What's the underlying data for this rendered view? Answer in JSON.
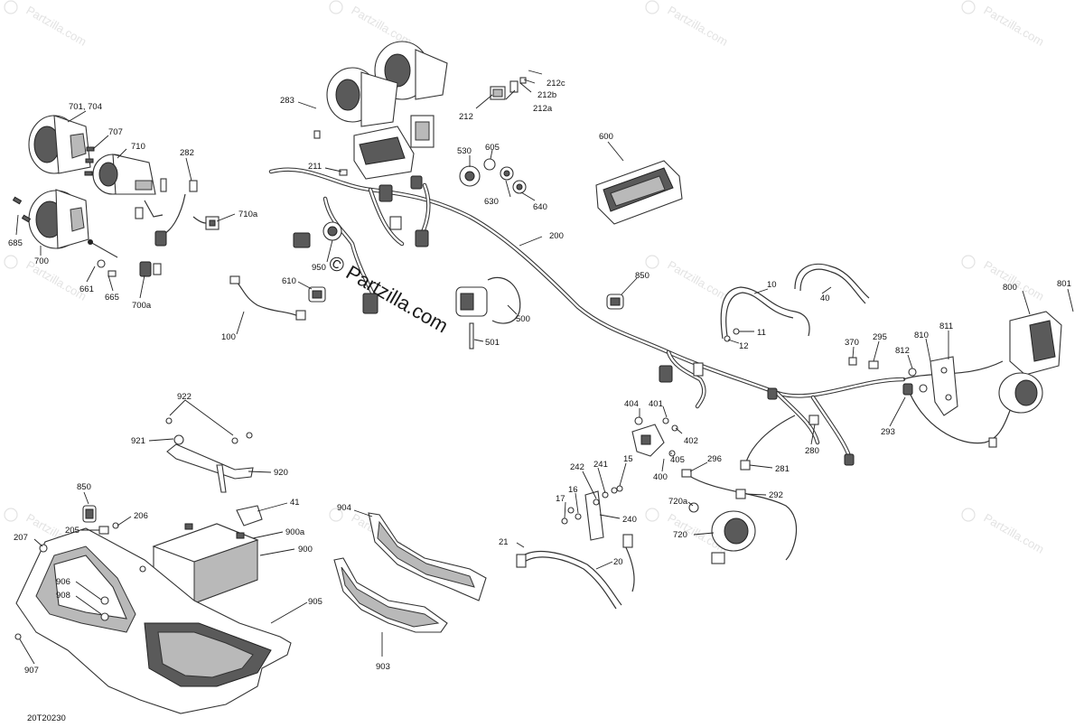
{
  "diagram_code": "20T20230",
  "watermark": {
    "center_text": "© Partzilla.com",
    "tile_text": "Partzilla.com"
  },
  "part_labels": {
    "p701_704": "701, 704",
    "p707": "707",
    "p710": "710",
    "p282": "282",
    "p710a": "710a",
    "p685": "685",
    "p700": "700",
    "p661": "661",
    "p665": "665",
    "p700a": "700a",
    "p283": "283",
    "p212": "212",
    "p212a": "212a",
    "p212b": "212b",
    "p212c": "212c",
    "p211": "211",
    "p530": "530",
    "p605": "605",
    "p630": "630",
    "p640": "640",
    "p600": "600",
    "p200": "200",
    "p950": "950",
    "p610": "610",
    "p100": "100",
    "p500": "500",
    "p501": "501",
    "p850a": "850",
    "p10": "10",
    "p40": "40",
    "p11": "11",
    "p12": "12",
    "p800": "800",
    "p801": "801",
    "p811": "811",
    "p810": "810",
    "p812": "812",
    "p370": "370",
    "p295": "295",
    "p293": "293",
    "p280": "280",
    "p404": "404",
    "p401": "401",
    "p402": "402",
    "p405": "405",
    "p400": "400",
    "p296": "296",
    "p281": "281",
    "p292": "292",
    "p242": "242",
    "p241": "241",
    "p15": "15",
    "p16": "16",
    "p17": "17",
    "p240": "240",
    "p720a": "720a",
    "p720": "720",
    "p21": "21",
    "p20": "20",
    "p922": "922",
    "p921": "921",
    "p920": "920",
    "p41": "41",
    "p850b": "850",
    "p205": "205",
    "p206": "206",
    "p207": "207",
    "p900a": "900a",
    "p900": "900",
    "p906": "906",
    "p908": "908",
    "p905": "905",
    "p907": "907",
    "p904": "904",
    "p903": "903"
  },
  "colors": {
    "ink": "#333333",
    "watermark": "#e3e3e3",
    "background": "#ffffff"
  }
}
